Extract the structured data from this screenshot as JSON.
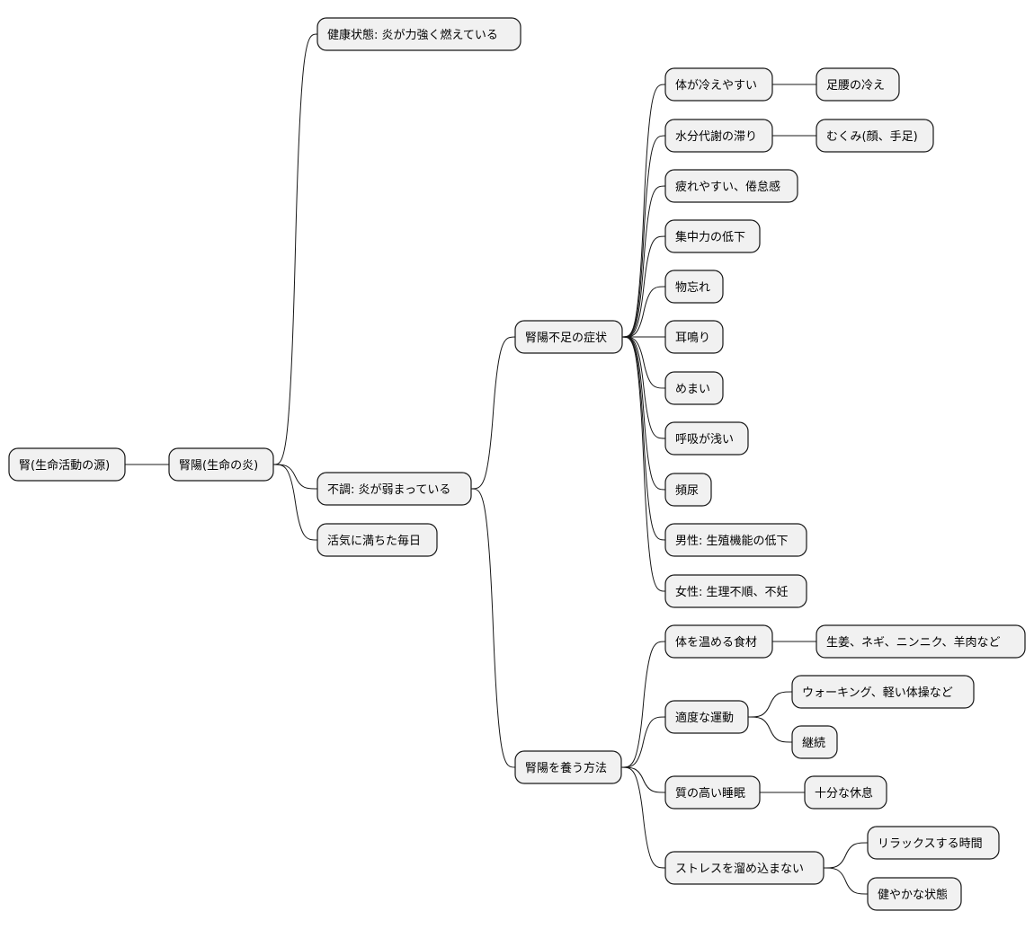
{
  "mindmap": {
    "root": {
      "label": "腎(生命活動の源)",
      "children": [
        {
          "label": "腎陽(生命の炎)",
          "children": [
            {
              "label": "健康状態: 炎が力強く燃えている"
            },
            {
              "label": "不調: 炎が弱まっている",
              "children": [
                {
                  "label": "腎陽不足の症状",
                  "children": [
                    {
                      "label": "体が冷えやすい",
                      "children": [
                        {
                          "label": "足腰の冷え"
                        }
                      ]
                    },
                    {
                      "label": "水分代謝の滞り",
                      "children": [
                        {
                          "label": "むくみ(顔、手足)"
                        }
                      ]
                    },
                    {
                      "label": "疲れやすい、倦怠感"
                    },
                    {
                      "label": "集中力の低下"
                    },
                    {
                      "label": "物忘れ"
                    },
                    {
                      "label": "耳鳴り"
                    },
                    {
                      "label": "めまい"
                    },
                    {
                      "label": "呼吸が浅い"
                    },
                    {
                      "label": "頻尿"
                    },
                    {
                      "label": "男性: 生殖機能の低下"
                    },
                    {
                      "label": "女性: 生理不順、不妊"
                    }
                  ]
                },
                {
                  "label": "腎陽を養う方法",
                  "children": [
                    {
                      "label": "体を温める食材",
                      "children": [
                        {
                          "label": "生姜、ネギ、ニンニク、羊肉など"
                        }
                      ]
                    },
                    {
                      "label": "適度な運動",
                      "children": [
                        {
                          "label": "ウォーキング、軽い体操など"
                        },
                        {
                          "label": "継続"
                        }
                      ]
                    },
                    {
                      "label": "質の高い睡眠",
                      "children": [
                        {
                          "label": "十分な休息"
                        }
                      ]
                    },
                    {
                      "label": "ストレスを溜め込まない",
                      "children": [
                        {
                          "label": "リラックスする時間"
                        },
                        {
                          "label": "健やかな状態"
                        }
                      ]
                    }
                  ]
                }
              ]
            },
            {
              "label": "活気に満ちた毎日"
            }
          ]
        }
      ]
    }
  }
}
